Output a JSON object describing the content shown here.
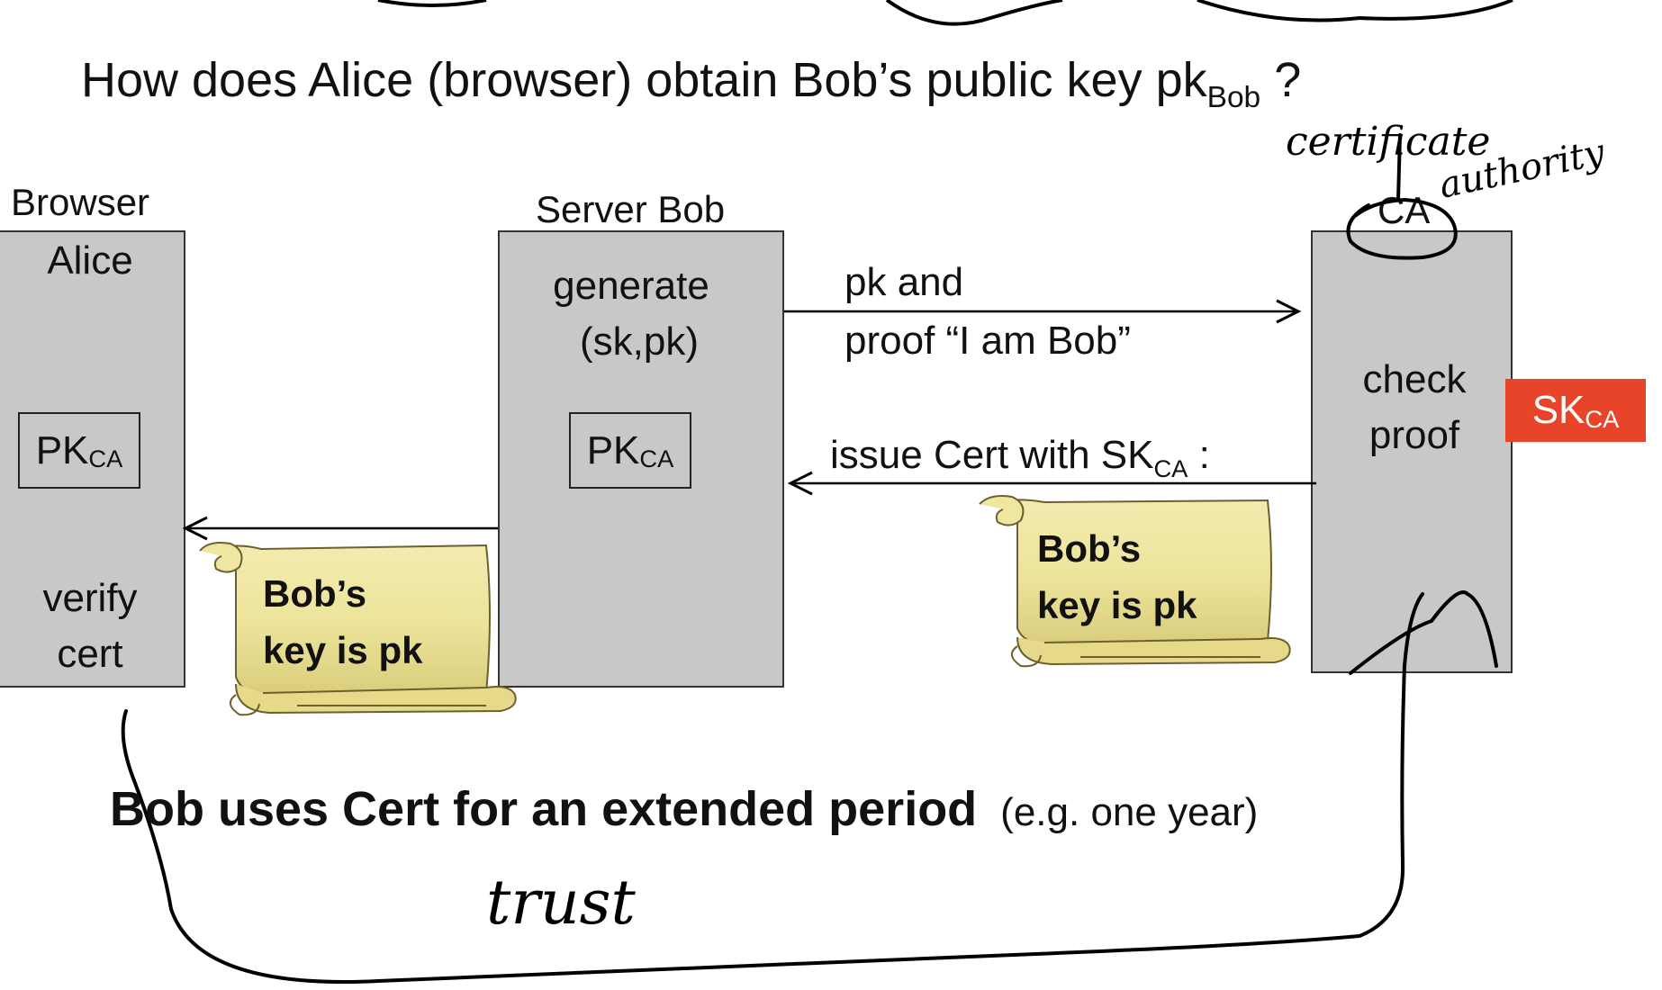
{
  "title": {
    "text": "How does Alice (browser)  obtain Bob’s public key  pk",
    "sub": "Bob",
    "q": "?"
  },
  "browser": {
    "label": "Browser",
    "name": "Alice",
    "pk": "PK",
    "pk_sub": "CA",
    "verify": [
      "verify",
      "cert"
    ]
  },
  "server": {
    "label": "Server Bob",
    "generate": [
      "generate",
      "(sk,pk)"
    ],
    "pk": "PK",
    "pk_sub": "CA"
  },
  "ca": {
    "label": "CA",
    "check": [
      "check",
      "proof"
    ],
    "sk": "SK",
    "sk_sub": "CA"
  },
  "messages": {
    "request_line1": "pk     and",
    "request_line2": "proof “I am Bob”",
    "issue": "issue Cert with SK",
    "issue_sub": "CA",
    "issue_colon": " :"
  },
  "cert": {
    "line1": "Bob’s",
    "line2": "key is pk"
  },
  "bottom": {
    "main": "Bob uses Cert for an extended period",
    "paren": "(e.g. one year)"
  },
  "annotations": {
    "certificate": "certificate",
    "authority": "authority",
    "trust": "trust"
  },
  "colors": {
    "panel": "#c8c8c8",
    "sk_box": "#e8442a",
    "scroll": "#ece39a",
    "ink": "#000000"
  }
}
